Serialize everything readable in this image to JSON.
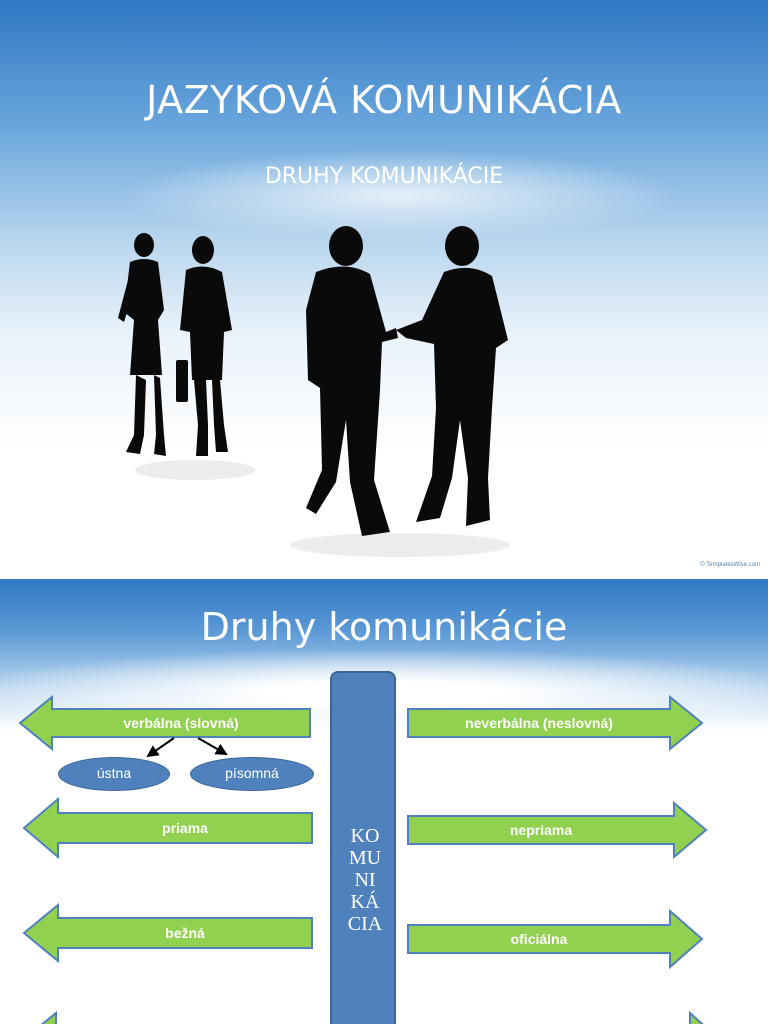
{
  "slide1": {
    "title": "JAZYKOVÁ  KOMUNIKÁCIA",
    "subtitle": "DRUHY  KOMUNIKÁCIE",
    "credit": "© TemplatesWise.com"
  },
  "slide2": {
    "title": "Druhy komunikácie",
    "center_label": "KO\nMU\nNI\nKÁ\nCIA",
    "left_arrows": [
      "verbálna (slovná)",
      "priama",
      "bežná"
    ],
    "right_arrows": [
      "neverbálna (neslovná)",
      "nepriama",
      "oficiálna"
    ],
    "sub_ovals": [
      "ústna",
      "písomná"
    ]
  },
  "colors": {
    "arrow_fill": "#92d050",
    "arrow_stroke": "#4f81bd",
    "pillar": "#4f81bd",
    "sky_top": "#2f78c4"
  },
  "icons": [
    "businesspeople-silhouette-image"
  ]
}
